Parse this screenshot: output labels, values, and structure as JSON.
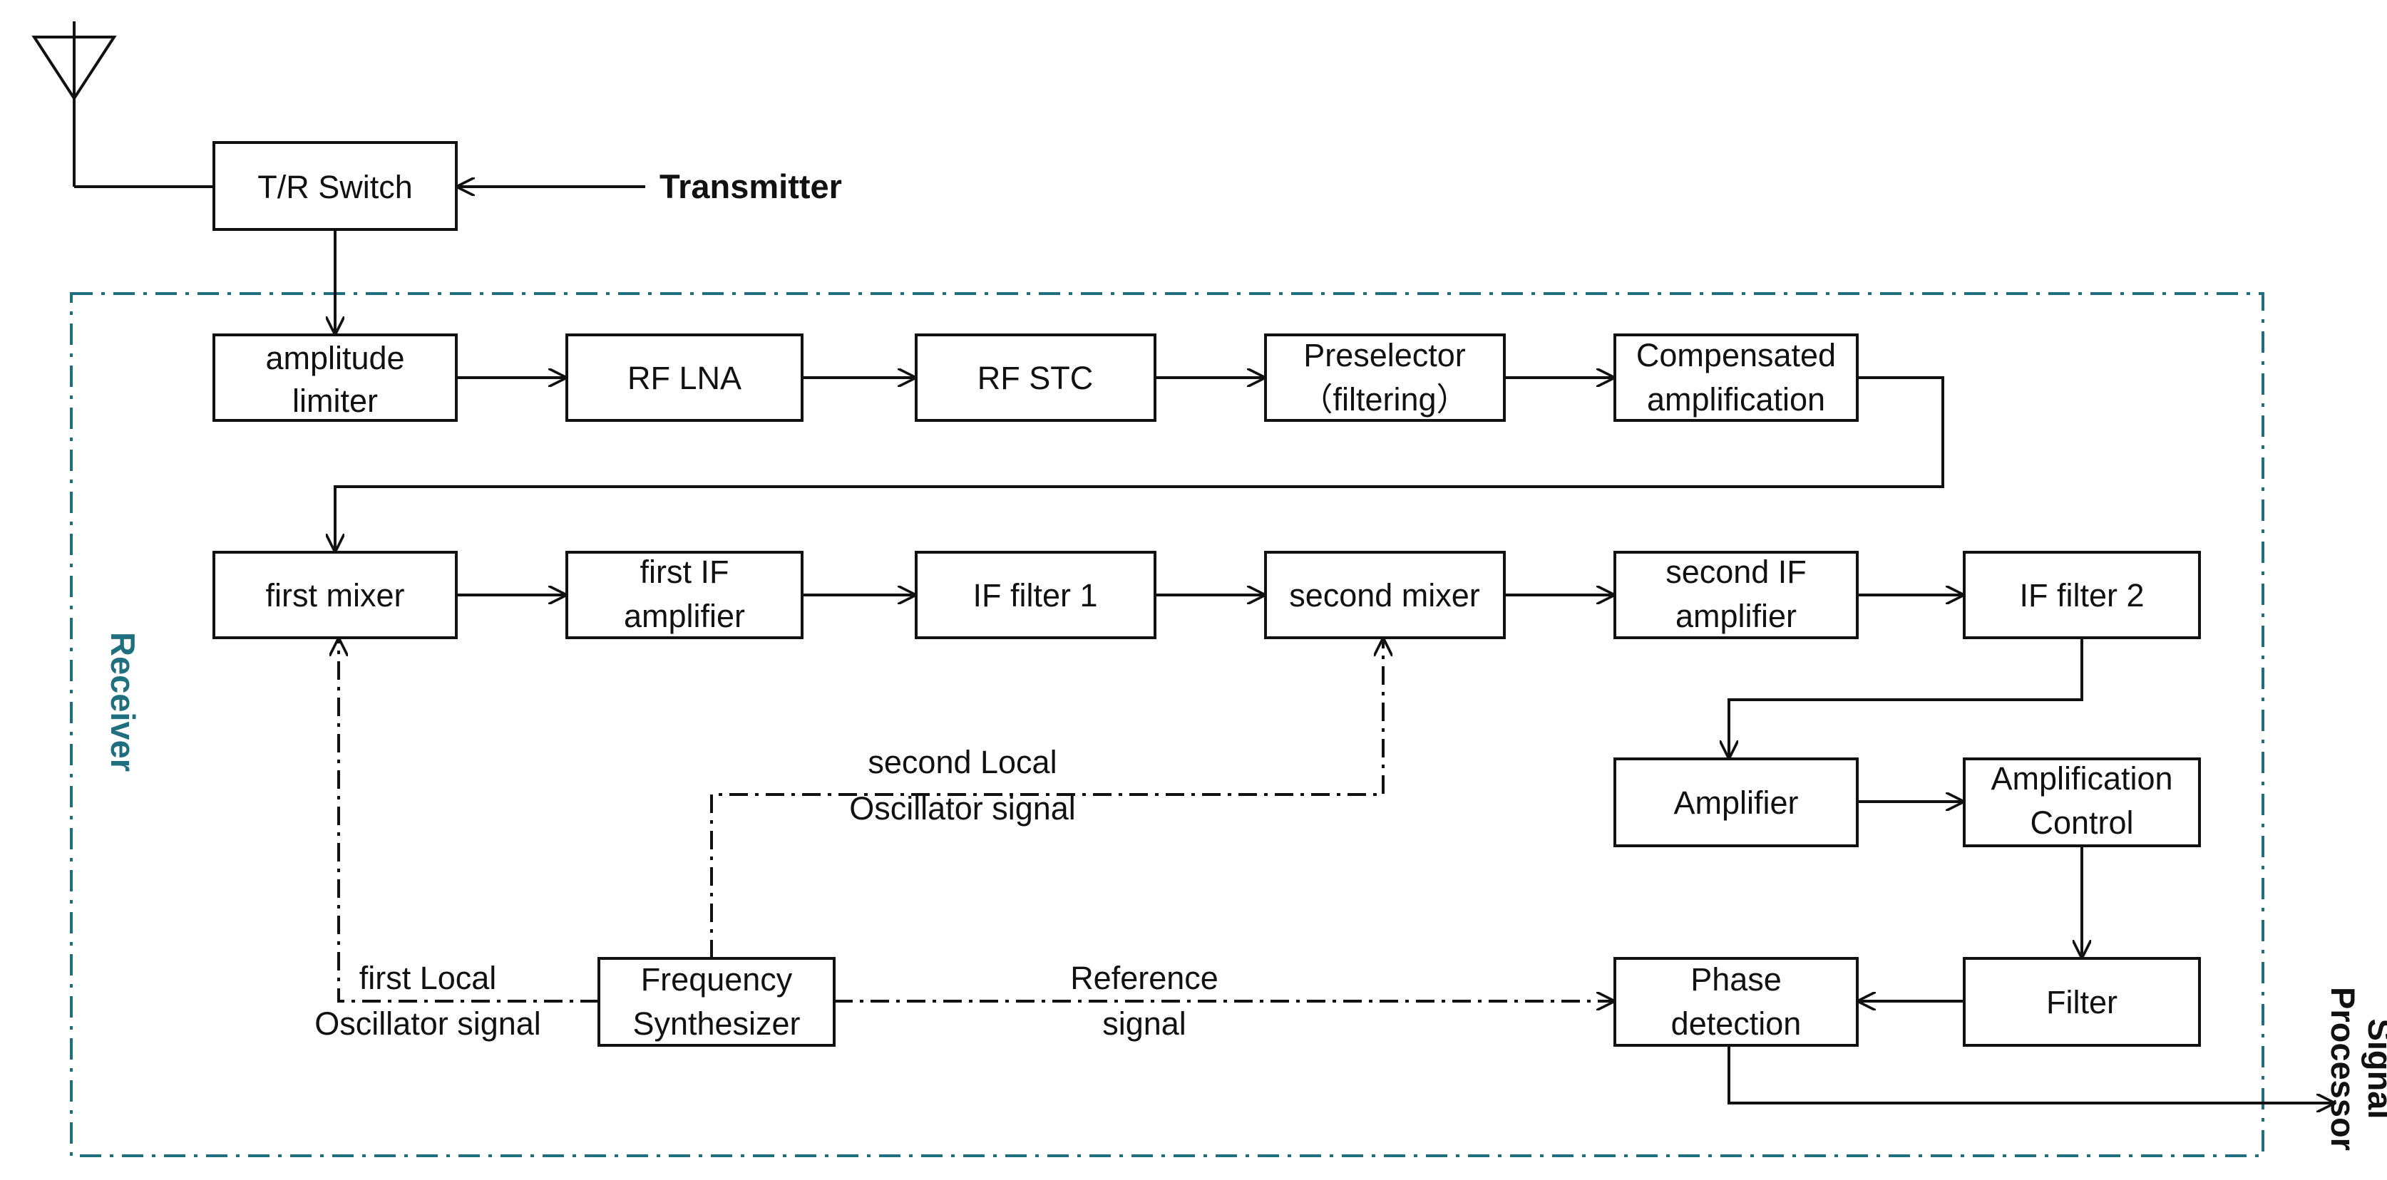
{
  "boxes": {
    "tr_switch": [
      "T/R Switch"
    ],
    "amplitude_limiter": [
      "amplitude",
      "limiter"
    ],
    "rf_lna": [
      "RF LNA"
    ],
    "rf_stc": [
      "RF STC"
    ],
    "preselector": [
      "Preselector",
      "（filtering）"
    ],
    "compensated_amplification": [
      "Compensated",
      "amplification"
    ],
    "first_mixer": [
      "first mixer"
    ],
    "first_if_amplifier": [
      "first IF",
      "amplifier"
    ],
    "if_filter_1": [
      "IF filter 1"
    ],
    "second_mixer": [
      "second mixer"
    ],
    "second_if_amplifier": [
      "second IF",
      "amplifier"
    ],
    "if_filter_2": [
      "IF filter 2"
    ],
    "amplifier": [
      "Amplifier"
    ],
    "amplification_control": [
      "Amplification",
      "Control"
    ],
    "filter": [
      "Filter"
    ],
    "phase_detection": [
      "Phase",
      "detection"
    ],
    "frequency_synthesizer": [
      "Frequency",
      "Synthesizer"
    ]
  },
  "labels": {
    "transmitter": "Transmitter",
    "receiver": "Receiver",
    "signal_processor": [
      "Signal",
      "Processor"
    ],
    "second_lo": [
      "second Local",
      "Oscillator signal"
    ],
    "first_lo": [
      "first Local",
      "Oscillator signal"
    ],
    "reference": [
      "Reference",
      "signal"
    ]
  },
  "colors": {
    "line": "#111111",
    "receiver_border": "#1f6f7f"
  }
}
